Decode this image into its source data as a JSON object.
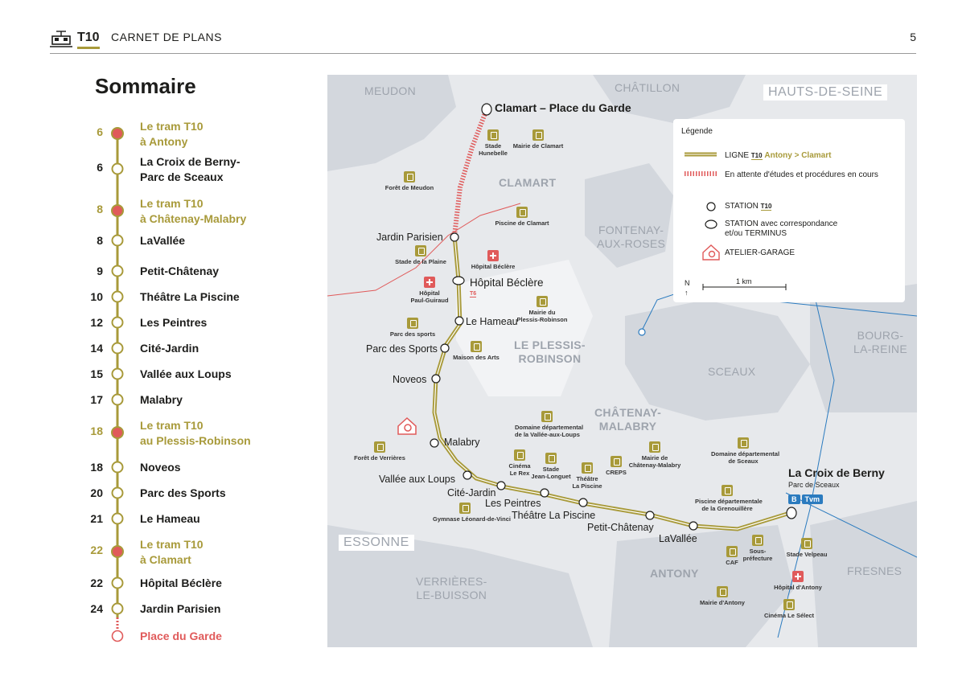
{
  "header": {
    "line_badge": "T10",
    "title": "CARNET DE PLANS",
    "page_number": "5"
  },
  "sommaire": {
    "title": "Sommaire",
    "items": [
      {
        "page": "6",
        "label": "Le tram T10",
        "label2": "à Antony",
        "kind": "section"
      },
      {
        "page": "6",
        "label": "La Croix de Berny-",
        "label2": "Parc de Sceaux",
        "kind": "station"
      },
      {
        "page": "8",
        "label": "Le tram T10",
        "label2": "à Châtenay-Malabry",
        "kind": "section"
      },
      {
        "page": "8",
        "label": "LaVallée",
        "label2": "",
        "kind": "station"
      },
      {
        "page": "9",
        "label": "Petit-Châtenay",
        "label2": "",
        "kind": "station"
      },
      {
        "page": "10",
        "label": "Théâtre La Piscine",
        "label2": "",
        "kind": "station"
      },
      {
        "page": "12",
        "label": "Les Peintres",
        "label2": "",
        "kind": "station"
      },
      {
        "page": "14",
        "label": "Cité-Jardin",
        "label2": "",
        "kind": "station"
      },
      {
        "page": "15",
        "label": "Vallée aux Loups",
        "label2": "",
        "kind": "station"
      },
      {
        "page": "17",
        "label": "Malabry",
        "label2": "",
        "kind": "station"
      },
      {
        "page": "18",
        "label": "Le tram T10",
        "label2": "au Plessis-Robinson",
        "kind": "section"
      },
      {
        "page": "18",
        "label": "Noveos",
        "label2": "",
        "kind": "station"
      },
      {
        "page": "20",
        "label": "Parc des Sports",
        "label2": "",
        "kind": "station"
      },
      {
        "page": "21",
        "label": "Le Hameau",
        "label2": "",
        "kind": "station"
      },
      {
        "page": "22",
        "label": "Le tram T10",
        "label2": "à Clamart",
        "kind": "section"
      },
      {
        "page": "22",
        "label": "Hôpital Béclère",
        "label2": "",
        "kind": "station"
      },
      {
        "page": "24",
        "label": "Jardin Parisien",
        "label2": "",
        "kind": "station"
      },
      {
        "page": "",
        "label": "Place du Garde",
        "label2": "",
        "kind": "future"
      }
    ]
  },
  "map": {
    "communes": {
      "meudon": "MEUDON",
      "chatillon": "CHÂTILLON",
      "clamart": "CLAMART",
      "fontenay": "FONTENAY-",
      "fontenay2": "AUX-ROSES",
      "plessis": "LE PLESSIS-",
      "plessis2": "ROBINSON",
      "sceaux": "SCEAUX",
      "bourg": "BOURG-",
      "bourg2": "LA-REINE",
      "chatenay": "CHÂTENAY-",
      "chatenay2": "MALABRY",
      "antony": "ANTONY",
      "fresnes": "FRESNES",
      "verrieres": "VERRIÈRES-",
      "verrieres2": "LE-BUISSON"
    },
    "departments": {
      "hds": "HAUTS-DE-SEINE",
      "essonne": "ESSONNE"
    },
    "stations": {
      "place_garde": "Clamart – Place du Garde",
      "jardin": "Jardin Parisien",
      "beclere": "Hôpital Béclère",
      "hameau": "Le Hameau",
      "sports": "Parc des Sports",
      "noveos": "Noveos",
      "malabry": "Malabry",
      "vallee": "Vallée aux Loups",
      "cite": "Cité-Jardin",
      "peintres": "Les Peintres",
      "theatre": "Théâtre La Piscine",
      "petit": "Petit-Châtenay",
      "lavallee": "LaVallée",
      "croix": "La Croix de Berny",
      "croix_sub": "Parc de Sceaux",
      "croix_b": "B",
      "croix_tvm": "Tvm",
      "t6": "T6"
    },
    "pois": {
      "stade_hunebelle": "Stade|Hunebelle",
      "mairie_clamart": "Mairie de Clamart",
      "foret_meudon": "Forêt de Meudon",
      "piscine_clamart": "Piscine de Clamart",
      "stade_plaine": "Stade de la Plaine",
      "hop_beclere": "Hôpital Béclère",
      "hop_guiraud": "Hôpital|Paul-Guiraud",
      "mairie_plessis": "Mairie du|Plessis-Robinson",
      "parc_sports": "Parc des sports",
      "maison_arts": "Maison des Arts",
      "domaine_vallee": "Domaine départemental|de la Vallée-aux-Loups",
      "foret_verrieres": "Forêt de Verrières",
      "cinema_rex": "Cinéma|Le Rex",
      "stade_longuet": "Stade|Jean-Longuet",
      "theatre_piscine": "Théâtre|La Piscine",
      "creps": "CREPS",
      "mairie_chatenay": "Mairie de|Châtenay-Malabry",
      "domaine_sceaux": "Domaine départemental|de Sceaux",
      "gymnase": "Gymnase Léonard-de-Vinci",
      "piscine_grenouillere": "Piscine départementale|de la Grenouillère",
      "caf": "CAF",
      "sous_prefecture": "Sous-|préfecture",
      "stade_velpeau": "Stade Velpeau",
      "hop_antony": "Hôpital d'Antony",
      "mairie_antony": "Mairie d'Antony",
      "cinema_select": "Cinéma Le Sélect"
    },
    "legend": {
      "title": "Légende",
      "line_prefix": "LIGNE",
      "line_badge": "T10",
      "line_text": "Antony > Clamart",
      "pending": "En attente d'études et procédures en cours",
      "station": "STATION",
      "station_badge": "T10",
      "station_corr": "STATION avec correspondance",
      "station_corr2": "et/ou TERMINUS",
      "garage": "ATELIER-GARAGE",
      "north": "N",
      "scale": "1 km"
    },
    "colors": {
      "line": "#a89a3a",
      "pending": "#e05a5a",
      "commune_fill": "#d3d7dd",
      "blue": "#2b7bbf"
    }
  }
}
